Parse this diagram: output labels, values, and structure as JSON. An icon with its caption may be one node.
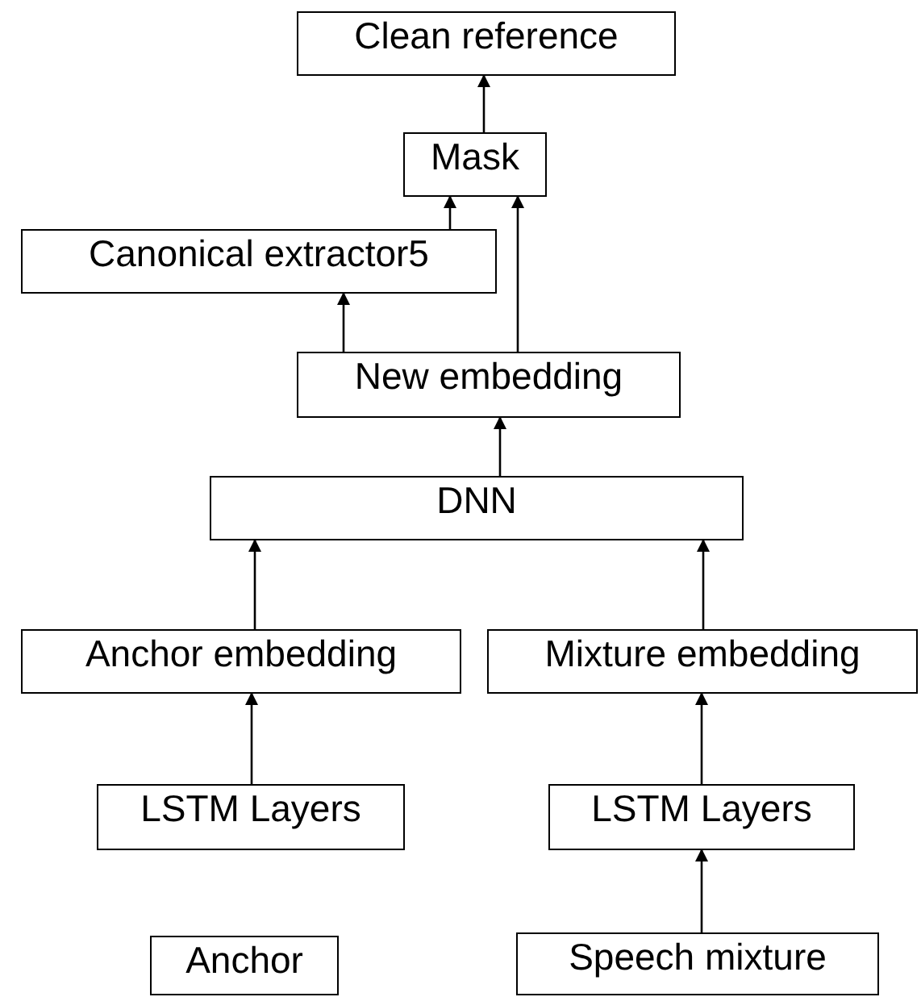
{
  "diagram": {
    "nodes": [
      {
        "text": [
          "Clean reference"
        ]
      },
      {
        "text": [
          "Mask"
        ]
      },
      {
        "text": [
          "Canonical extractor5"
        ]
      },
      {
        "text": [
          "New embedding"
        ]
      },
      {
        "text": [
          "DNN"
        ]
      },
      {
        "text": [
          "Anchor embedding"
        ]
      },
      {
        "text": [
          "Mixture embedding"
        ]
      },
      {
        "text": [
          "LSTM Layers"
        ]
      },
      {
        "text": [
          "LSTM Layers"
        ]
      },
      {
        "text": [
          "Anchor"
        ]
      },
      {
        "text": [
          "Speech mixture"
        ]
      }
    ],
    "edges": [
      {
        "from": 1,
        "to": 0,
        "arrow": "to"
      },
      {
        "from": 2,
        "to": 1,
        "arrow": "to"
      },
      {
        "from": 3,
        "to": 2,
        "arrow": "to"
      },
      {
        "from": 3,
        "to": 1,
        "arrow": "to"
      },
      {
        "from": 4,
        "to": 3,
        "arrow": "to"
      },
      {
        "from": 5,
        "to": 4,
        "arrow": "to"
      },
      {
        "from": 6,
        "to": 4,
        "arrow": "to"
      },
      {
        "from": 7,
        "to": 5,
        "arrow": "to"
      },
      {
        "from": 8,
        "to": 6,
        "arrow": "to"
      },
      {
        "from": 10,
        "to": 8,
        "arrow": "to"
      }
    ]
  }
}
